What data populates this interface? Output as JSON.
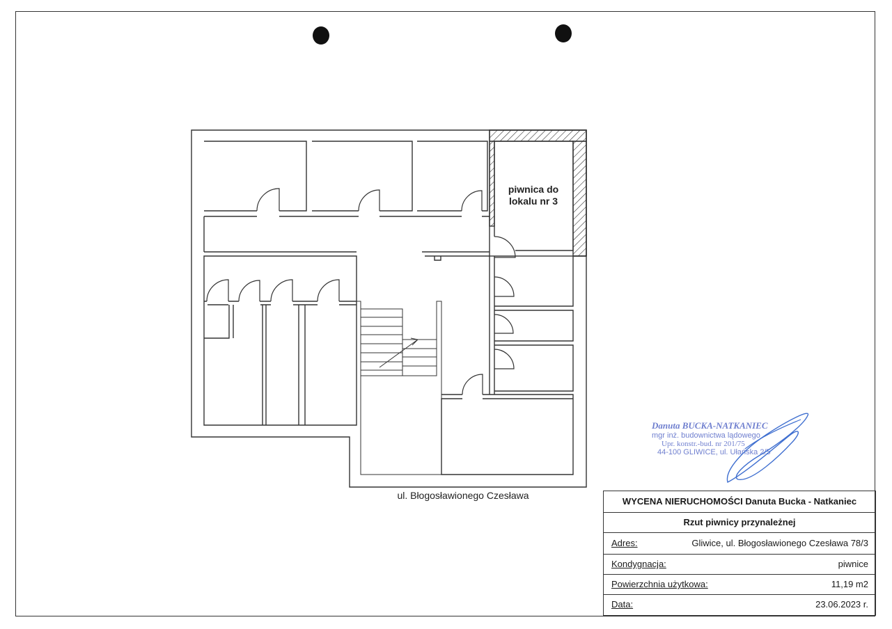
{
  "plan": {
    "room_label": "piwnica do lokalu nr 3",
    "street_label": "ul. Błogosławionego Czesława"
  },
  "stamp": {
    "name": "Danuta BUCKA-NATKANIEC",
    "title": "mgr inż. budownictwa lądowego",
    "license": "Upr. konstr.-bud. nr 201/75",
    "address": "44-100 GLIWICE, ul. Ułańska 2/5",
    "ink_color": "#6f7fcf",
    "signature_color": "#3f6fd0"
  },
  "title_block": {
    "company": "WYCENA NIERUCHOMOŚCI Danuta Bucka - Natkaniec",
    "drawing_title": "Rzut piwnicy przynależnej",
    "rows": [
      {
        "label": "Adres:",
        "value": "Gliwice, ul. Błogosławionego Czesława 78/3"
      },
      {
        "label": "Kondygnacja:",
        "value": "piwnice"
      },
      {
        "label": "Powierzchnia użytkowa:",
        "value": "11,19 m2"
      },
      {
        "label": "Data:",
        "value": "23.06.2023 r."
      }
    ]
  }
}
